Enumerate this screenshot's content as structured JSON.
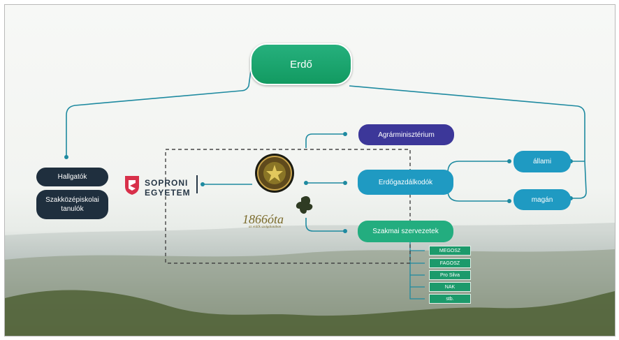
{
  "diagram": {
    "root": "Erdő",
    "left_nodes": [
      "Hallgatók",
      "Szakközépiskolai tanulók"
    ],
    "logo": {
      "line1": "SOPRONI",
      "line2": "EGYETEM"
    },
    "seal": {
      "year_text": "1866óta",
      "subtitle": "az erdők szolgálatában"
    },
    "middle_nodes": [
      "Agrárminisztérium",
      "Erdőgazdálkodók",
      "Szakmai szervezetek"
    ],
    "right_nodes": [
      "állami",
      "magán"
    ],
    "organizations": [
      "MEGOSZ",
      "FAGOSZ",
      "Pro Silva",
      "NAK",
      "stb."
    ]
  },
  "colors": {
    "root": "#1ca36c",
    "student": "#1f2f3e",
    "ministry": "#3c3799",
    "forest_managers": "#1f9ac2",
    "professional": "#23ad7f",
    "connector": "#1e8aa0"
  }
}
